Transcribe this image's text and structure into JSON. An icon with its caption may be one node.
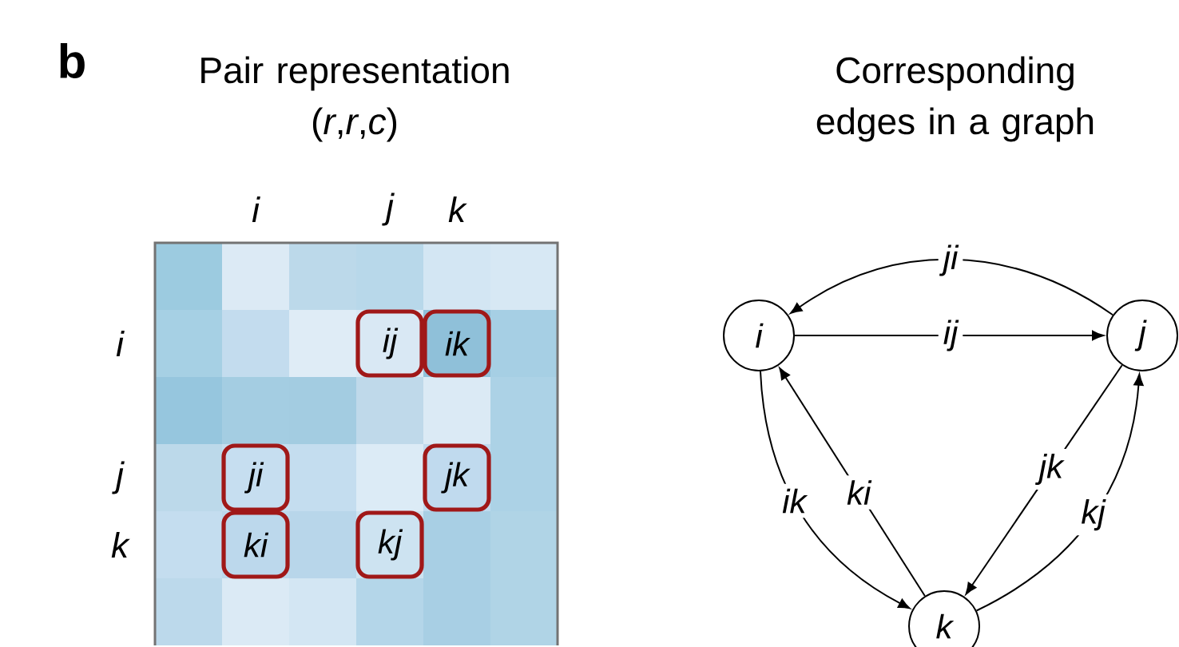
{
  "diagram": {
    "nodes": [
      {
        "text": [
          "ij"
        ]
      },
      {
        "text": [
          "ik"
        ]
      },
      {
        "text": [
          "ji"
        ]
      },
      {
        "text": [
          "jk"
        ]
      },
      {
        "text": [
          "ki"
        ]
      },
      {
        "text": [
          "kj"
        ]
      },
      {
        "text": [
          "i"
        ]
      },
      {
        "text": [
          "j"
        ]
      },
      {
        "text": [
          "k"
        ]
      }
    ],
    "edges": [
      {
        "from": 7,
        "to": 6,
        "arrow": "to",
        "label": "ji"
      },
      {
        "from": 6,
        "to": 7,
        "arrow": "to",
        "label": "ij"
      },
      {
        "from": 8,
        "to": 6,
        "arrow": "to",
        "label": "ki"
      },
      {
        "from": 6,
        "to": 8,
        "arrow": "to",
        "label": "ik"
      },
      {
        "from": 7,
        "to": 8,
        "arrow": "to",
        "label": "jk"
      },
      {
        "from": 8,
        "to": 7,
        "arrow": "to",
        "label": "kj"
      }
    ],
    "labels": [
      "b",
      "Pair representation (*r*,*r*,*c*)",
      "Corresponding edges in a graph",
      "i",
      "j",
      "k",
      "i",
      "j",
      "k"
    ]
  }
}
